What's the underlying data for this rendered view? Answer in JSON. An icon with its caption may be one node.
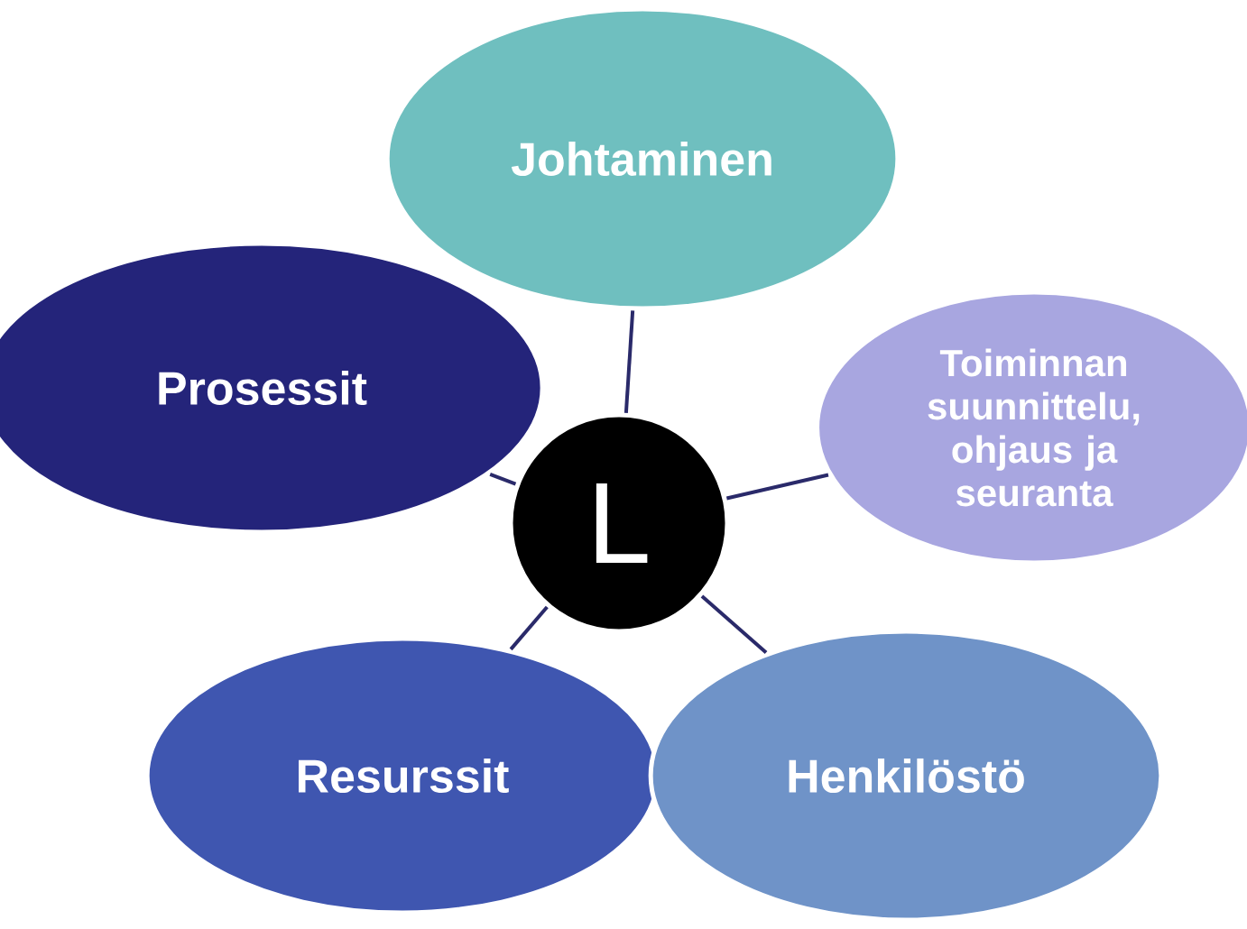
{
  "diagram": {
    "nodes": [
      {
        "text": [
          "Johtaminen"
        ]
      },
      {
        "text": [
          "Prosessit"
        ]
      },
      {
        "text": [
          "Toiminnan suunnittelu, ohjaus ja seuranta"
        ]
      },
      {
        "text": [
          "L"
        ]
      },
      {
        "text": [
          "Resurssit"
        ]
      },
      {
        "text": [
          "Henkilöstö"
        ]
      }
    ],
    "edges": [
      {
        "from": 3,
        "to": 0,
        "arrow": "none"
      },
      {
        "from": 3,
        "to": 1,
        "arrow": "none"
      },
      {
        "from": 3,
        "to": 2,
        "arrow": "none"
      },
      {
        "from": 3,
        "to": 4,
        "arrow": "none"
      },
      {
        "from": 3,
        "to": 5,
        "arrow": "none"
      }
    ]
  }
}
